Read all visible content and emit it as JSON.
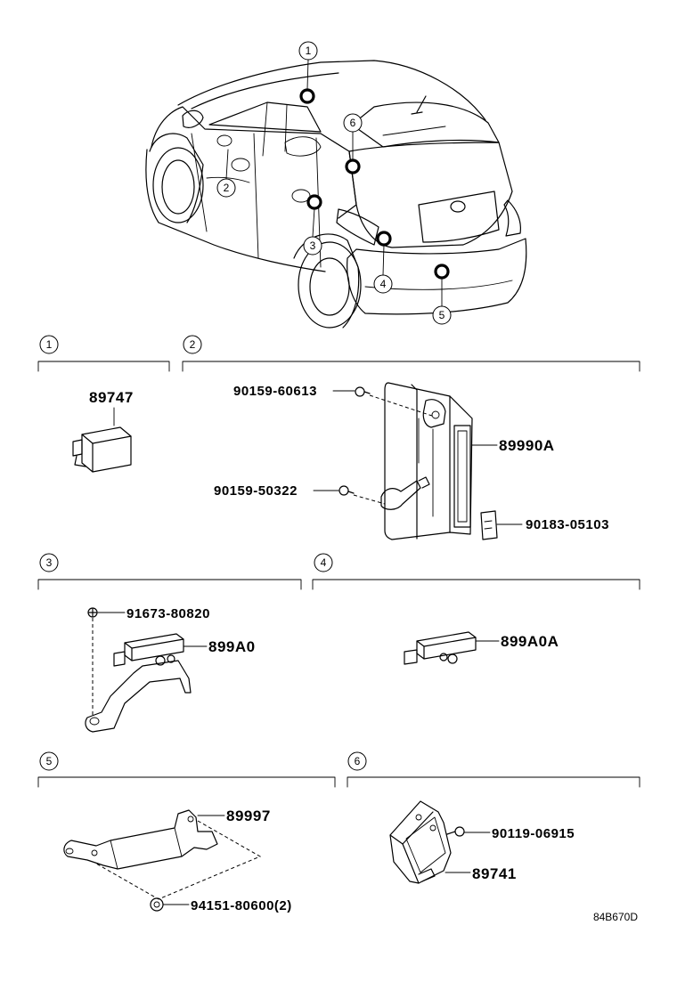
{
  "diagram_code": "84B670D",
  "callouts": [
    "1",
    "2",
    "3",
    "4",
    "5",
    "6"
  ],
  "sections": [
    {
      "num": "1",
      "parts": [
        "89747"
      ]
    },
    {
      "num": "2",
      "parts": [
        "90159-60613",
        "89990A",
        "90159-50322",
        "90183-05103"
      ]
    },
    {
      "num": "3",
      "parts": [
        "91673-80820",
        "899A0"
      ]
    },
    {
      "num": "4",
      "parts": [
        "899A0A"
      ]
    },
    {
      "num": "5",
      "parts": [
        "89997",
        "94151-80600(2)"
      ]
    },
    {
      "num": "6",
      "parts": [
        "90119-06915",
        "89741"
      ]
    }
  ]
}
